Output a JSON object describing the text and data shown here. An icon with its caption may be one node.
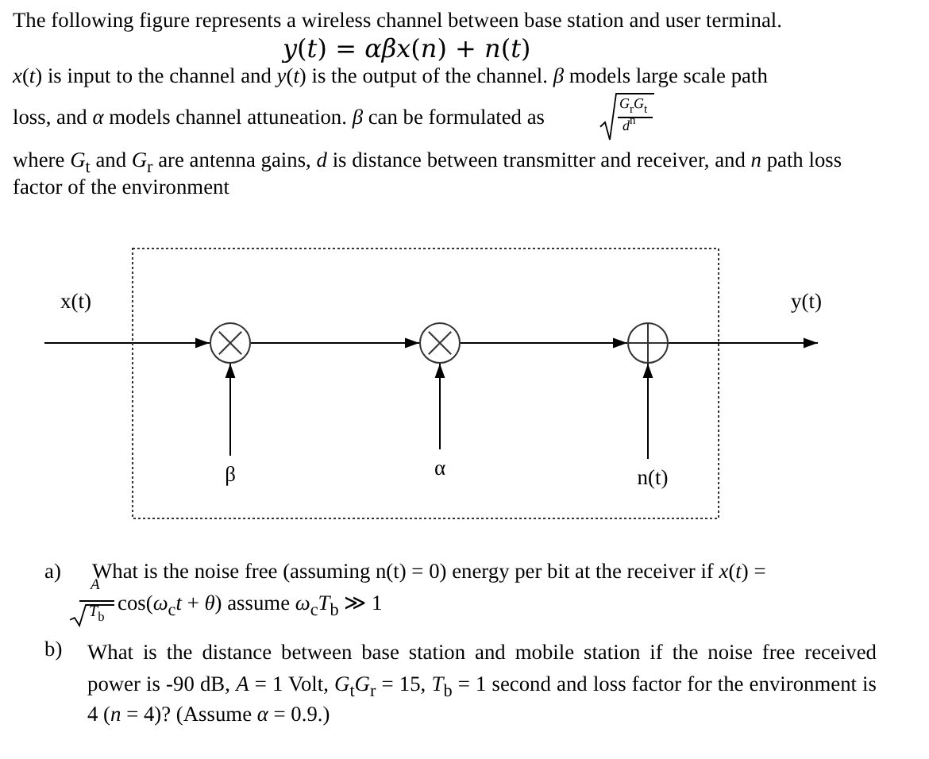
{
  "diagram": {
    "nodes": [
      {
        "text": [],
        "shape": "box"
      },
      {
        "text": [],
        "shape": "multiplier",
        "in": 0
      },
      {
        "text": [],
        "shape": "multiplier",
        "in": 0
      },
      {
        "text": [],
        "shape": "adder",
        "in": 0
      },
      {
        "text": [
          "β"
        ],
        "in": 0
      },
      {
        "text": [
          "α"
        ],
        "in": 0
      },
      {
        "text": [
          "n(t)"
        ],
        "in": 0
      }
    ],
    "edges": [
      {
        "from": null,
        "to": 1,
        "arrow": "to",
        "label": "x(t)"
      },
      {
        "from": 1,
        "to": 2,
        "arrow": "to"
      },
      {
        "from": 2,
        "to": 3,
        "arrow": "to"
      },
      {
        "from": 3,
        "to": null,
        "arrow": "to",
        "label": "y(t)"
      },
      {
        "from": 4,
        "to": 1,
        "arrow": "to"
      },
      {
        "from": 5,
        "to": 2,
        "arrow": "to"
      },
      {
        "from": 6,
        "to": 3,
        "arrow": "to"
      }
    ],
    "labels": [
      "The following figure represents a wireless channel between base station and user terminal.",
      "*y*(*t*) = *αβx*(*n*) + *n*(*t*)",
      "*x*(*t*) is input to the channel and *y*(*t*) is the output of the channel.  *β* models large scale path",
      "loss, and  *α* models channel attuneation.  *β* can be formulated as",
      "*G*$_{r}$*G*$_{t}$",
      "*d*$^{n}$",
      "where *G*$_{t}$ and *G*$_{r}$ are antenna gains,  *d* is distance between transmitter and receiver, and *n* path loss factor of the environment",
      "a)",
      "What is the noise free (assuming n(t) = 0) energy per bit at the receiver if *x*(*t*) =",
      "*A*",
      "*T*$_{b}$",
      "cos(*ω*$_{c}$*t* + *θ*) assume *ω*$_{c}$*T*$_{b}$ ≫ 1",
      "b)",
      "What is the distance between base station and mobile station if the noise free received power is -90 dB, *A* = 1 Volt, *G*$_{t}$*G*$_{r}$ = 15,  *T*$_{b}$ = 1 second and loss factor for the environment is 4 (*n* = 4)? (Assume  *α* = 0.9.)"
    ]
  }
}
